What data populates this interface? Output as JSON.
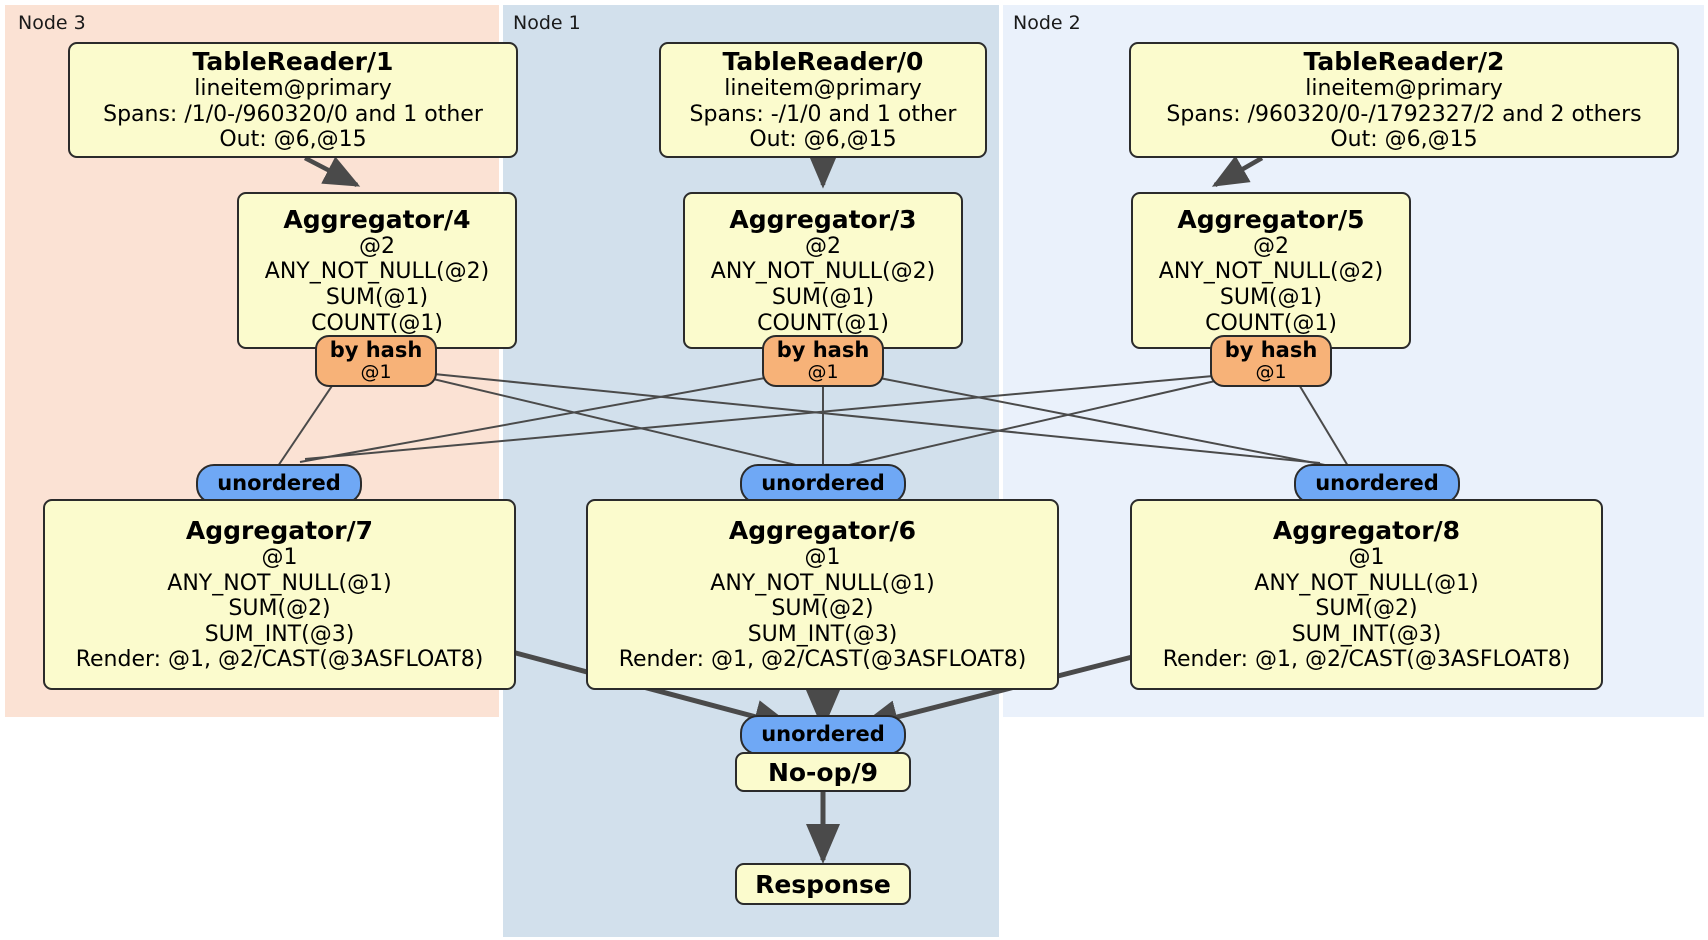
{
  "diagram": {
    "type": "distributed-query-plan",
    "colors": {
      "node3_panel": "#fbe2d4",
      "node1_panel": "#d2e0ec",
      "node2_panel": "#eaf1fb",
      "box_fill": "#fbfbcd",
      "box_stroke": "#2b2b2b",
      "hash_badge": "#f7b278",
      "unordered_badge": "#6fa8f5",
      "edge": "#4a4a4a"
    }
  },
  "panels": [
    {
      "id": "node3",
      "label": "Node 3"
    },
    {
      "id": "node1",
      "label": "Node 1"
    },
    {
      "id": "node2",
      "label": "Node 2"
    }
  ],
  "processors": {
    "table_reader_1": {
      "title": "TableReader/1",
      "lines": [
        "lineitem@primary",
        "Spans: /1/0-/960320/0 and 1 other",
        "Out: @6,@15"
      ]
    },
    "table_reader_0": {
      "title": "TableReader/0",
      "lines": [
        "lineitem@primary",
        "Spans: -/1/0 and 1 other",
        "Out: @6,@15"
      ]
    },
    "table_reader_2": {
      "title": "TableReader/2",
      "lines": [
        "lineitem@primary",
        "Spans: /960320/0-/1792327/2 and 2 others",
        "Out: @6,@15"
      ]
    },
    "aggregator_4": {
      "title": "Aggregator/4",
      "lines": [
        "@2",
        "ANY_NOT_NULL(@2)",
        "SUM(@1)",
        "COUNT(@1)"
      ]
    },
    "aggregator_3": {
      "title": "Aggregator/3",
      "lines": [
        "@2",
        "ANY_NOT_NULL(@2)",
        "SUM(@1)",
        "COUNT(@1)"
      ]
    },
    "aggregator_5": {
      "title": "Aggregator/5",
      "lines": [
        "@2",
        "ANY_NOT_NULL(@2)",
        "SUM(@1)",
        "COUNT(@1)"
      ]
    },
    "aggregator_7": {
      "title": "Aggregator/7",
      "lines": [
        "@1",
        "ANY_NOT_NULL(@1)",
        "SUM(@2)",
        "SUM_INT(@3)",
        "Render: @1, @2/CAST(@3ASFLOAT8)"
      ]
    },
    "aggregator_6": {
      "title": "Aggregator/6",
      "lines": [
        "@1",
        "ANY_NOT_NULL(@1)",
        "SUM(@2)",
        "SUM_INT(@3)",
        "Render: @1, @2/CAST(@3ASFLOAT8)"
      ]
    },
    "aggregator_8": {
      "title": "Aggregator/8",
      "lines": [
        "@1",
        "ANY_NOT_NULL(@1)",
        "SUM(@2)",
        "SUM_INT(@3)",
        "Render: @1, @2/CAST(@3ASFLOAT8)"
      ]
    },
    "noop_9": {
      "title": "No-op/9",
      "lines": []
    },
    "response": {
      "title": "Response",
      "lines": []
    }
  },
  "badges": {
    "hash_4": {
      "label": "by hash",
      "sub": "@1"
    },
    "hash_3": {
      "label": "by hash",
      "sub": "@1"
    },
    "hash_5": {
      "label": "by hash",
      "sub": "@1"
    },
    "unordered_7": {
      "label": "unordered"
    },
    "unordered_6": {
      "label": "unordered"
    },
    "unordered_8": {
      "label": "unordered"
    },
    "unordered_final": {
      "label": "unordered"
    }
  }
}
